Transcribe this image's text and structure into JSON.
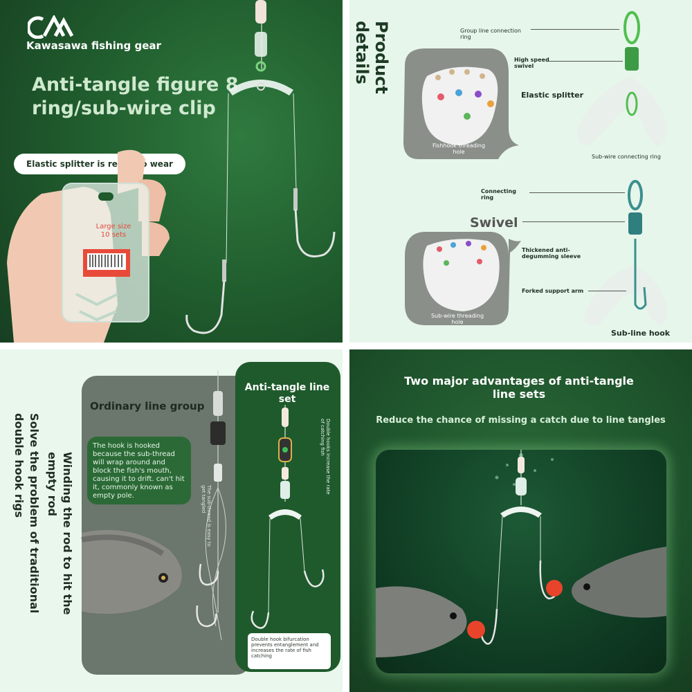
{
  "panel1": {
    "brand": "Kawasawa fishing gear",
    "headline": "Anti-tangle figure 8 ring/sub-wire clip",
    "pill": "Elastic splitter is ready to wear",
    "box_label": "Large size 10 sets"
  },
  "panel2": {
    "title": "Product details",
    "group_line_ring": "Group line connection ring",
    "high_speed_swivel": "High speed swivel",
    "elastic_splitter": "Elastic splitter",
    "fishhook_hole": "Fishhook threading hole",
    "sub_wire_ring": "Sub-wire connecting ring",
    "connecting_ring": "Connecting ring",
    "swivel": "Swivel",
    "thickened_sleeve": "Thickened anti-degumming sleeve",
    "forked_arm": "Forked support arm",
    "sub_wire_hole": "Sub-wire threading hole",
    "sub_line_hook": "Sub-line hook"
  },
  "panel3": {
    "vertical_left": "Solve the problem of traditional double hook rigs",
    "vertical_right": "Winding the rod to hit the empty rod",
    "ordinary_title": "Ordinary line group",
    "anti_title": "Anti-tangle line set",
    "note": "The hook is hooked because the sub-thread will wrap around and block the fish's mouth, causing it to drift. can't hit it, commonly known as empty pole.",
    "small_note_left": "The sub-thread is easy to get tangled",
    "small_note_right": "Double hooks increase the rate of catching fish",
    "bottom_note": "Double hook bifurcation prevents entanglement and increases the rate of fish catching"
  },
  "panel4": {
    "title": "Two major advantages of anti-tangle line sets",
    "subtitle": "Reduce the chance of missing a catch due to line tangles"
  }
}
